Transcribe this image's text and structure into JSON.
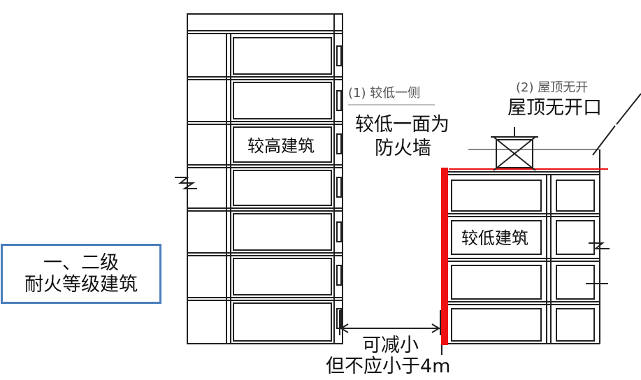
{
  "legend_box": {
    "line1": "一、二级",
    "line2": "耐火等级建筑"
  },
  "taller_building": {
    "label": "较高建筑"
  },
  "lower_building": {
    "label": "较低建筑"
  },
  "section_1": {
    "heading": "(1) 较低一侧",
    "line1": "较低一面为",
    "line2": "防火墙"
  },
  "section_2": {
    "heading": "(2) 屋顶无开",
    "roof_note": "屋顶无开口"
  },
  "spacing": {
    "line1": "可减小",
    "line2": "但不应小于4m"
  },
  "colors": {
    "firewall": "#ee1111",
    "box_border": "#4a7ebb",
    "line": "#222222"
  }
}
